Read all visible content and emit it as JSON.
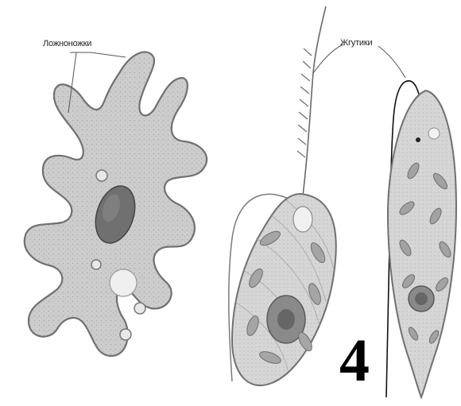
{
  "labels": {
    "pseudopods": "Ложноножки",
    "flagella": "Жгутики"
  },
  "figure_number": "4",
  "colors": {
    "cytoplasm": "#cfcfcf",
    "outline": "#7a7a7a",
    "nucleus": "#6f6f6f",
    "vacuole": "#ececec",
    "chloroplast": "#9a9a9a",
    "pointer": "#555555"
  }
}
